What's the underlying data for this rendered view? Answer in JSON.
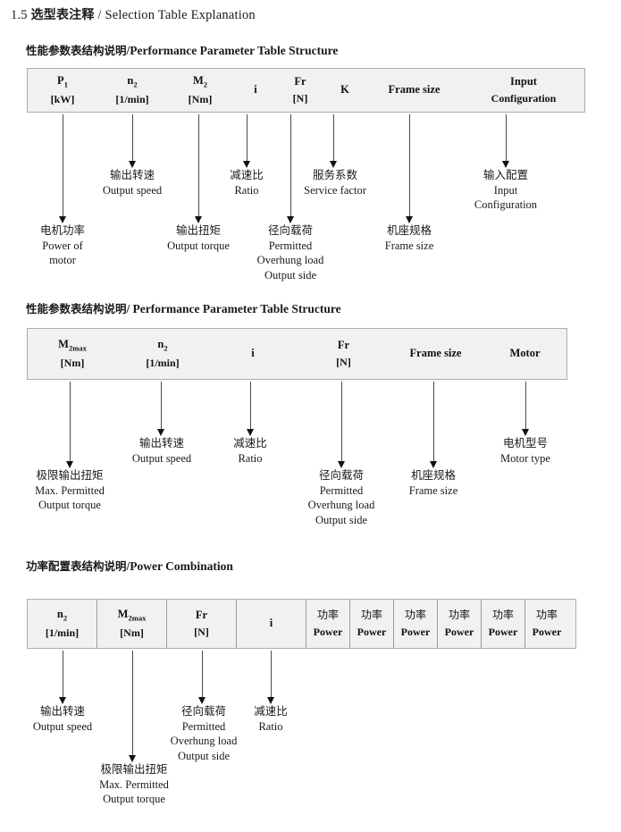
{
  "document": {
    "section_number": "1.5",
    "title_cn": "选型表注释",
    "title_sep": "/",
    "title_en": "Selection Table Explanation"
  },
  "sections": [
    {
      "heading_cn": "性能参数表结构说明",
      "heading_sep": "/",
      "heading_en": "Performance Parameter Table Structure",
      "table": {
        "gridded": false,
        "columns": [
          {
            "symbol": "P",
            "subscript": "1",
            "unit": "[kW]"
          },
          {
            "symbol": "n",
            "subscript": "2",
            "unit": "[1/min]"
          },
          {
            "symbol": "M",
            "subscript": "2",
            "unit": "[Nm]"
          },
          {
            "symbol": "i",
            "subscript": "",
            "unit": ""
          },
          {
            "symbol": "Fr",
            "subscript": "",
            "unit": "[N]"
          },
          {
            "symbol": "K",
            "subscript": "",
            "unit": ""
          },
          {
            "symbol": "Frame size",
            "subscript": "",
            "unit": ""
          },
          {
            "symbol": "Input",
            "subscript": "",
            "unit": "Configuration"
          }
        ]
      },
      "annotations": [
        {
          "cn": "电机功率",
          "en": [
            "Power of",
            "motor"
          ]
        },
        {
          "cn": "输出转速",
          "en": [
            "Output speed"
          ]
        },
        {
          "cn": "输出扭矩",
          "en": [
            "Output torque"
          ]
        },
        {
          "cn": "减速比",
          "en": [
            "Ratio"
          ]
        },
        {
          "cn": "径向载荷",
          "en": [
            "Permitted",
            "Overhung load",
            "Output side"
          ]
        },
        {
          "cn": "服务系数",
          "en": [
            "Service factor"
          ]
        },
        {
          "cn": "机座规格",
          "en": [
            "Frame size"
          ]
        },
        {
          "cn": "输入配置",
          "en": [
            "Input",
            "Configuration"
          ]
        }
      ]
    },
    {
      "heading_cn": "性能参数表结构说明",
      "heading_sep": "/",
      "heading_en": "Performance Parameter Table Structure",
      "table": {
        "gridded": false,
        "columns": [
          {
            "symbol": "M",
            "subscript": "2max",
            "unit": "[Nm]"
          },
          {
            "symbol": "n",
            "subscript": "2",
            "unit": "[1/min]"
          },
          {
            "symbol": "i",
            "subscript": "",
            "unit": ""
          },
          {
            "symbol": "Fr",
            "subscript": "",
            "unit": "[N]"
          },
          {
            "symbol": "Frame size",
            "subscript": "",
            "unit": ""
          },
          {
            "symbol": "Motor",
            "subscript": "",
            "unit": ""
          }
        ]
      },
      "annotations": [
        {
          "cn": "极限输出扭矩",
          "en": [
            "Max. Permitted",
            "Output  torque"
          ]
        },
        {
          "cn": "输出转速",
          "en": [
            "Output speed"
          ]
        },
        {
          "cn": "减速比",
          "en": [
            "Ratio"
          ]
        },
        {
          "cn": "径向载荷",
          "en": [
            "Permitted",
            "Overhung load",
            "Output side"
          ]
        },
        {
          "cn": "机座规格",
          "en": [
            "Frame size"
          ]
        },
        {
          "cn": "电机型号",
          "en": [
            "Motor type"
          ]
        }
      ]
    },
    {
      "heading_cn": "功率配置表结构说明",
      "heading_sep": "/",
      "heading_en": "Power Combination",
      "table": {
        "gridded": true,
        "columns": [
          {
            "symbol": "n",
            "subscript": "2",
            "unit": "[1/min]"
          },
          {
            "symbol": "M",
            "subscript": "2max",
            "unit": "[Nm]"
          },
          {
            "symbol": "Fr",
            "subscript": "",
            "unit": "[N]"
          },
          {
            "symbol": "i",
            "subscript": "",
            "unit": ""
          },
          {
            "symbol_cn": "功率",
            "unit": "Power"
          },
          {
            "symbol_cn": "功率",
            "unit": "Power"
          },
          {
            "symbol_cn": "功率",
            "unit": "Power"
          },
          {
            "symbol_cn": "功率",
            "unit": "Power"
          },
          {
            "symbol_cn": "功率",
            "unit": "Power"
          },
          {
            "symbol_cn": "功率",
            "unit": "Power"
          }
        ]
      },
      "annotations": [
        {
          "cn": "输出转速",
          "en": [
            "Output speed"
          ]
        },
        {
          "cn": "极限输出扭矩",
          "en": [
            "Max. Permitted",
            "Output  torque"
          ]
        },
        {
          "cn": "径向载荷",
          "en": [
            "Permitted",
            "Overhung load",
            "Output side"
          ]
        },
        {
          "cn": "减速比",
          "en": [
            "Ratio"
          ]
        }
      ]
    }
  ],
  "colors": {
    "table_fill": "#f1f1f1",
    "table_border": "#adadad",
    "arrow": "#111111",
    "text": "#1a1a1a"
  }
}
